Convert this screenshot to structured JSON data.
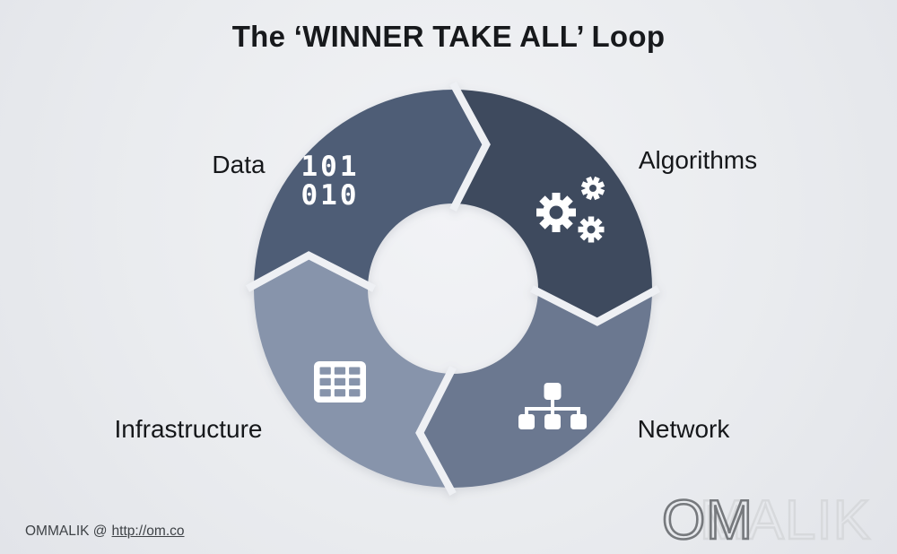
{
  "title": "The ‘WINNER TAKE ALL’ Loop",
  "diagram": {
    "type": "cycle",
    "direction": "clockwise",
    "background_color": "#eaecef",
    "gap_color": "#eef0f4",
    "icon_color": "#ffffff",
    "segments": [
      {
        "id": "data",
        "label": "Data",
        "icon": "binary-digits-icon",
        "color": "#4e5d76",
        "lines": [
          "101",
          "010"
        ],
        "position": "top-left"
      },
      {
        "id": "algorithms",
        "label": "Algorithms",
        "icon": "gears-icon",
        "color": "#3e4a5e",
        "position": "top-right"
      },
      {
        "id": "network",
        "label": "Network",
        "icon": "sitemap-icon",
        "color": "#6b7890",
        "position": "bottom-right"
      },
      {
        "id": "infrastructure",
        "label": "Infrastructure",
        "icon": "table-grid-icon",
        "color": "#8794ab",
        "position": "bottom-left"
      }
    ]
  },
  "footer": {
    "credit_prefix": "OMMALIK @",
    "link_text": "http://om.co",
    "logo_front": "OM",
    "logo_back": "MALIK",
    "logo_front_color": "#76797d",
    "logo_back_color": "#d7d9dc"
  }
}
